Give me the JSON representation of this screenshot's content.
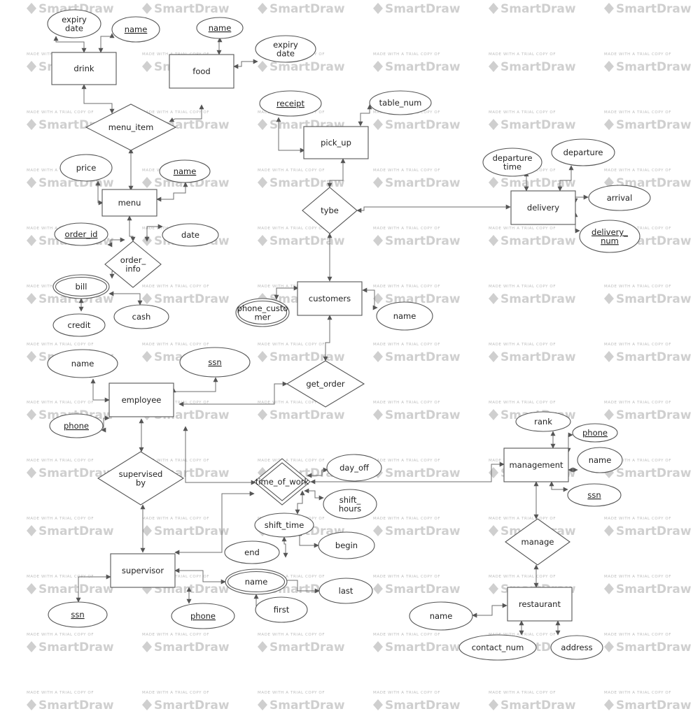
{
  "watermark": {
    "small": "MADE WITH A TRIAL COPY OF",
    "big": "SmartDraw",
    "cols": 6,
    "rows": 13
  },
  "colors": {
    "stroke": "#555555",
    "connector": "#6e6e6e",
    "watermark": "#cfcfcf",
    "text": "#222222"
  },
  "nodes": [
    {
      "id": "drink_expiry",
      "type": "attribute",
      "text": [
        "expiry",
        "date"
      ]
    },
    {
      "id": "drink_name",
      "type": "attribute",
      "text": [
        "name"
      ],
      "key": true
    },
    {
      "id": "food_name",
      "type": "attribute",
      "text": [
        "name"
      ],
      "key": true
    },
    {
      "id": "food_expiry",
      "type": "attribute",
      "text": [
        "expiry",
        "date"
      ]
    },
    {
      "id": "drink",
      "type": "entity",
      "text": [
        "drink"
      ]
    },
    {
      "id": "food",
      "type": "entity",
      "text": [
        "food"
      ]
    },
    {
      "id": "menu_item",
      "type": "relationship",
      "text": [
        "menu_item"
      ]
    },
    {
      "id": "menu_price",
      "type": "attribute",
      "text": [
        "price"
      ]
    },
    {
      "id": "menu_name",
      "type": "attribute",
      "text": [
        "name"
      ],
      "key": true
    },
    {
      "id": "menu",
      "type": "entity",
      "text": [
        "menu"
      ]
    },
    {
      "id": "order_id",
      "type": "attribute",
      "text": [
        "order_id"
      ],
      "key": true
    },
    {
      "id": "order_date",
      "type": "attribute",
      "text": [
        "date"
      ]
    },
    {
      "id": "order_info",
      "type": "relationship",
      "text": [
        "order_",
        "info"
      ]
    },
    {
      "id": "bill",
      "type": "multivalued",
      "text": [
        "bill"
      ]
    },
    {
      "id": "credit",
      "type": "attribute",
      "text": [
        "credit"
      ]
    },
    {
      "id": "cash",
      "type": "attribute",
      "text": [
        "cash"
      ]
    },
    {
      "id": "receipt",
      "type": "attribute",
      "text": [
        "receipt"
      ],
      "key": true
    },
    {
      "id": "table_num",
      "type": "attribute",
      "text": [
        "table_num"
      ]
    },
    {
      "id": "pick_up",
      "type": "entity",
      "text": [
        "pick_up"
      ]
    },
    {
      "id": "tybe",
      "type": "relationship",
      "text": [
        "tybe"
      ]
    },
    {
      "id": "departure_time",
      "type": "attribute",
      "text": [
        "departure",
        "time"
      ]
    },
    {
      "id": "departure",
      "type": "attribute",
      "text": [
        "departure"
      ]
    },
    {
      "id": "delivery",
      "type": "entity",
      "text": [
        "delivery"
      ]
    },
    {
      "id": "arrival",
      "type": "attribute",
      "text": [
        "arrival"
      ]
    },
    {
      "id": "delivery_num",
      "type": "attribute",
      "text": [
        "delivery_",
        "num"
      ],
      "key": true
    },
    {
      "id": "customers",
      "type": "entity",
      "text": [
        "customers"
      ]
    },
    {
      "id": "phone_customer",
      "type": "multivalued",
      "text": [
        "phone_custo",
        "mer"
      ]
    },
    {
      "id": "customer_name",
      "type": "attribute",
      "text": [
        "name"
      ]
    },
    {
      "id": "get_order",
      "type": "relationship",
      "text": [
        "get_order"
      ]
    },
    {
      "id": "employee",
      "type": "entity",
      "text": [
        "employee"
      ]
    },
    {
      "id": "emp_name",
      "type": "attribute",
      "text": [
        "name"
      ]
    },
    {
      "id": "emp_ssn",
      "type": "attribute",
      "text": [
        "ssn"
      ],
      "key": true
    },
    {
      "id": "emp_phone",
      "type": "attribute",
      "text": [
        "phone"
      ],
      "key": true
    },
    {
      "id": "supervised_by",
      "type": "relationship",
      "text": [
        "supervised",
        "by"
      ]
    },
    {
      "id": "time_of_work",
      "type": "weak_relationship",
      "text": [
        "time_of_work"
      ]
    },
    {
      "id": "day_off",
      "type": "attribute",
      "text": [
        "day_off"
      ]
    },
    {
      "id": "shift_hours",
      "type": "attribute",
      "text": [
        "shift_",
        "hours"
      ]
    },
    {
      "id": "shift_time",
      "type": "attribute",
      "text": [
        "shift_time"
      ]
    },
    {
      "id": "shift_end",
      "type": "attribute",
      "text": [
        "end"
      ]
    },
    {
      "id": "shift_begin",
      "type": "attribute",
      "text": [
        "begin"
      ]
    },
    {
      "id": "supervisor",
      "type": "entity",
      "text": [
        "supervisor"
      ]
    },
    {
      "id": "sup_ssn",
      "type": "attribute",
      "text": [
        "ssn"
      ],
      "key": true
    },
    {
      "id": "sup_phone",
      "type": "attribute",
      "text": [
        "phone"
      ],
      "key": true
    },
    {
      "id": "sup_name",
      "type": "multivalued",
      "text": [
        "name"
      ]
    },
    {
      "id": "name_last",
      "type": "attribute",
      "text": [
        "last"
      ]
    },
    {
      "id": "name_first",
      "type": "attribute",
      "text": [
        "first"
      ]
    },
    {
      "id": "management",
      "type": "entity",
      "text": [
        "management"
      ]
    },
    {
      "id": "mgmt_rank",
      "type": "attribute",
      "text": [
        "rank"
      ]
    },
    {
      "id": "mgmt_phone",
      "type": "attribute",
      "text": [
        "phone"
      ],
      "key": true
    },
    {
      "id": "mgmt_name",
      "type": "attribute",
      "text": [
        "name"
      ]
    },
    {
      "id": "mgmt_ssn",
      "type": "attribute",
      "text": [
        "ssn"
      ],
      "key": true
    },
    {
      "id": "manage",
      "type": "relationship",
      "text": [
        "manage"
      ]
    },
    {
      "id": "restaurant",
      "type": "entity",
      "text": [
        "restaurant"
      ]
    },
    {
      "id": "rest_name",
      "type": "attribute",
      "text": [
        "name"
      ]
    },
    {
      "id": "contact_num",
      "type": "attribute",
      "text": [
        "contact_num"
      ]
    },
    {
      "id": "rest_address",
      "type": "attribute",
      "text": [
        "address"
      ]
    }
  ]
}
